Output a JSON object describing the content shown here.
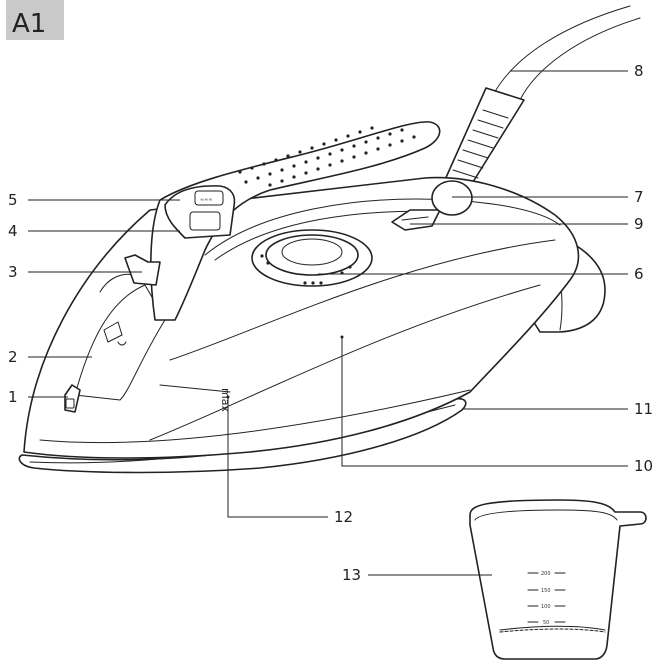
{
  "figure_label": "A1",
  "callouts": [
    "1",
    "2",
    "3",
    "4",
    "5",
    "6",
    "7",
    "8",
    "9",
    "10",
    "11",
    "12",
    "13"
  ],
  "iron_marks": {
    "max_label": "max"
  },
  "cup_marks": [
    "200",
    "150",
    "100",
    "50"
  ],
  "colors": {
    "line": "#222222",
    "tag_bg": "#c9c9c9",
    "background": "#ffffff"
  }
}
